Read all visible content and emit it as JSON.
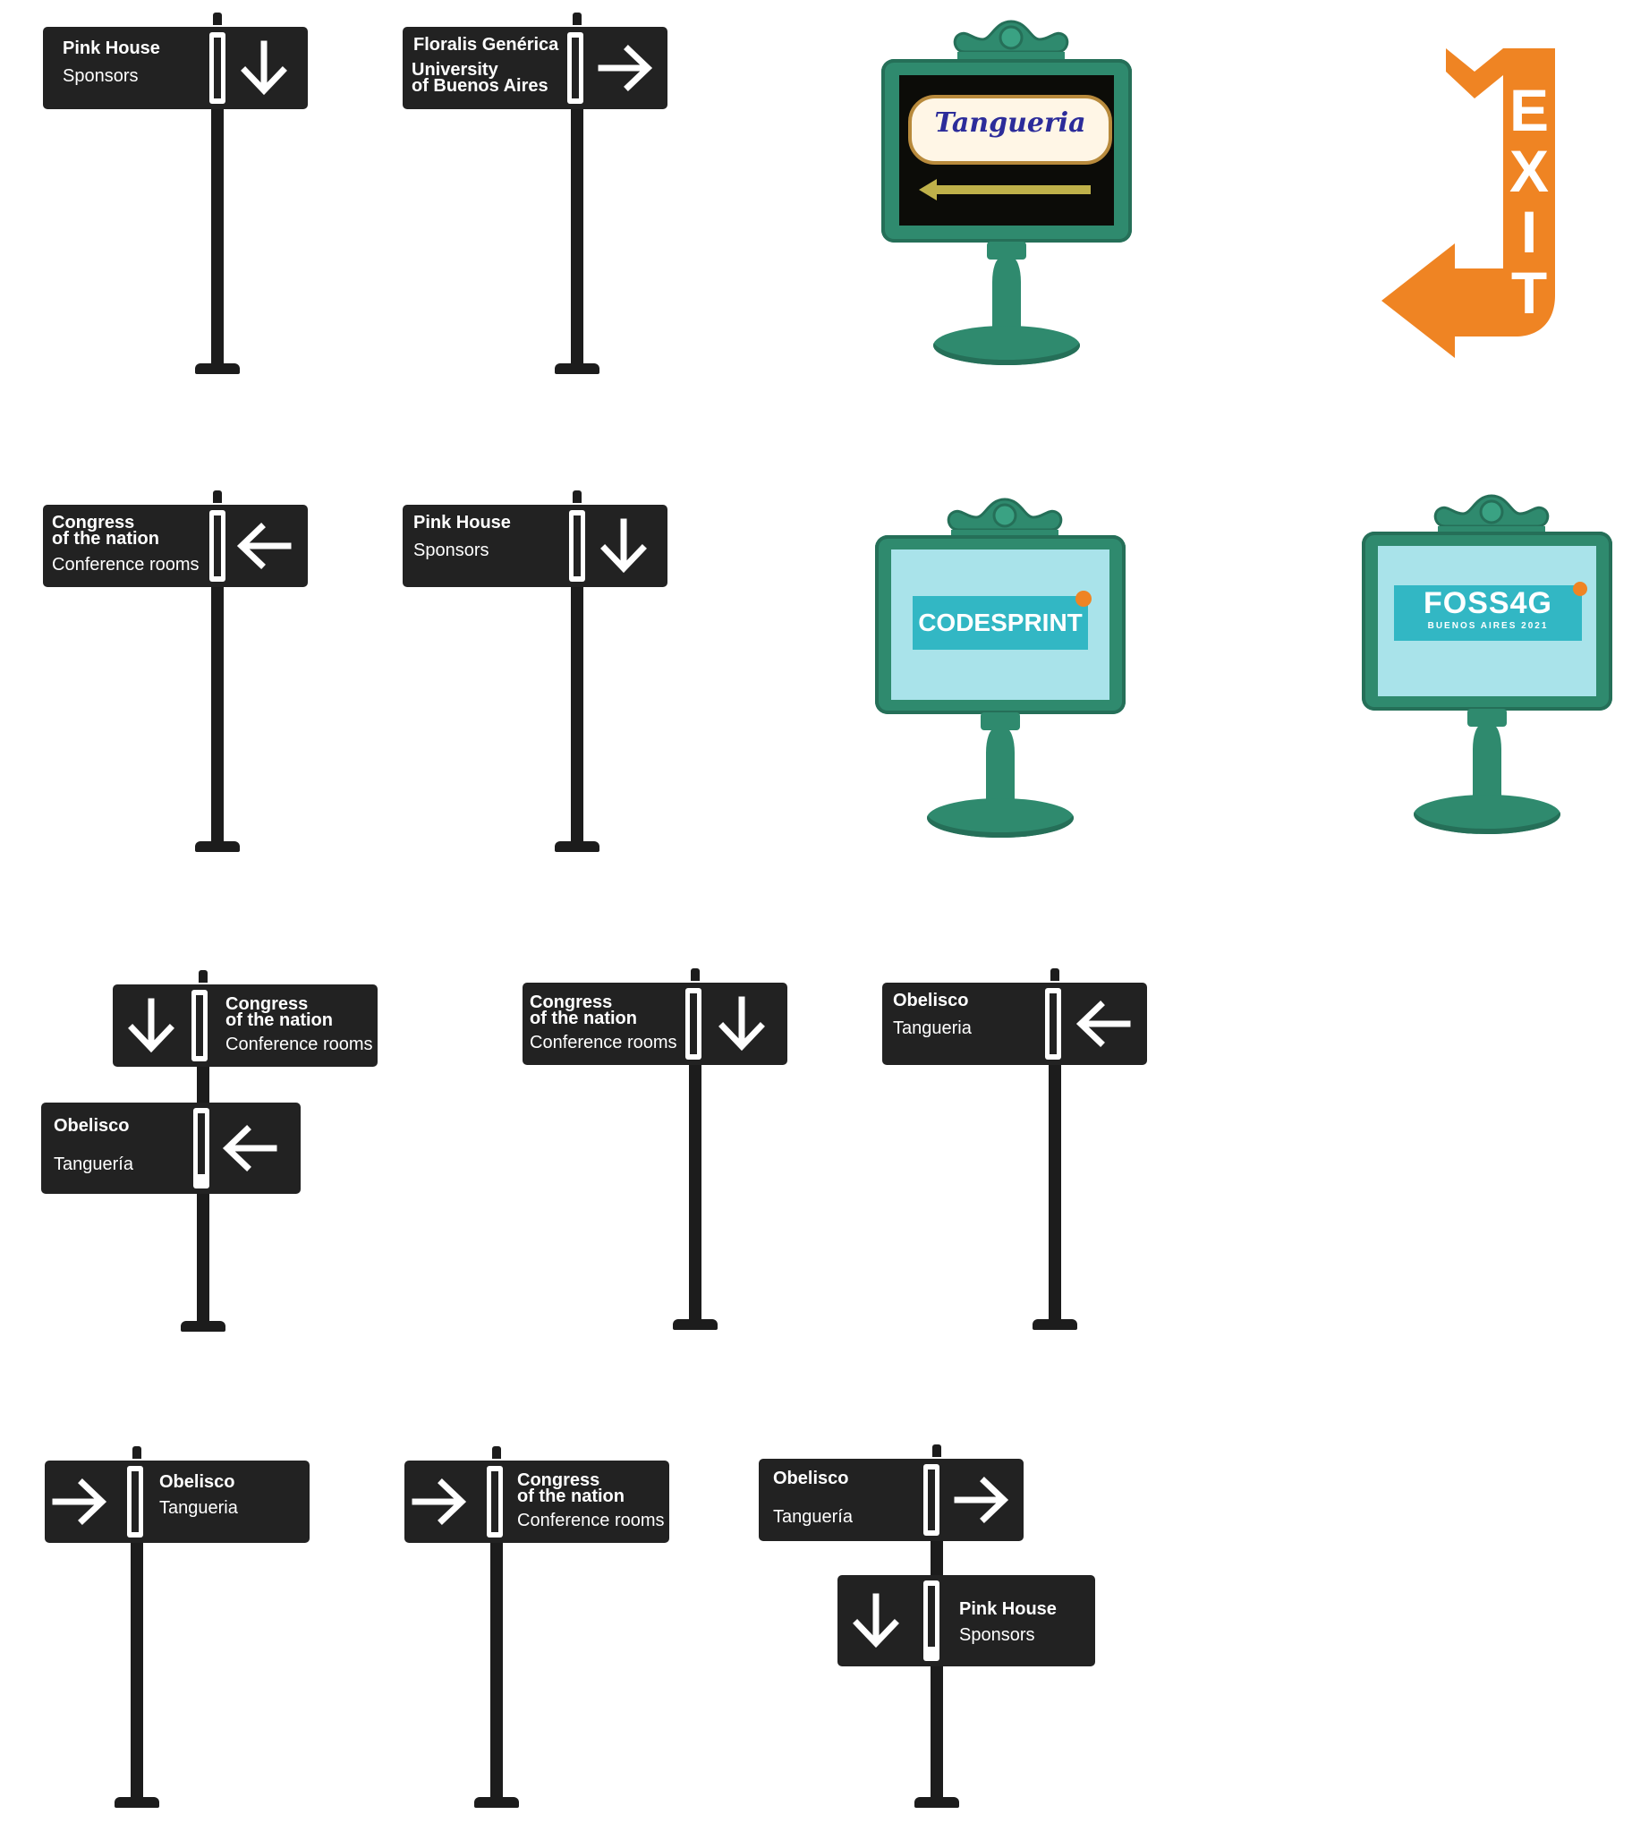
{
  "signs": [
    {
      "line1": "Pink House",
      "line2": "",
      "line3": "Sponsors",
      "arrow": "down"
    },
    {
      "line1": "Floralis Genérica",
      "line2": "University",
      "line3": "of Buenos Aires",
      "arrow": "right"
    },
    {
      "line1": "Congress",
      "line2": "of the nation",
      "line3": "Conference rooms",
      "arrow": "left"
    },
    {
      "line1": "Pink House",
      "line2": "",
      "line3": "Sponsors",
      "arrow": "down"
    },
    {
      "line1": "Congress",
      "line2": "of the nation",
      "line3": "Conference rooms",
      "arrow": "down"
    },
    {
      "line1": "Obelisco",
      "line2": "",
      "line3": "Tanguería",
      "arrow": "left"
    },
    {
      "line1": "Congress",
      "line2": "of the nation",
      "line3": "Conference rooms",
      "arrow": "down"
    },
    {
      "line1": "Obelisco",
      "line2": "",
      "line3": "Tangueria",
      "arrow": "left"
    },
    {
      "line1": "Obelisco",
      "line2": "",
      "line3": "Tangueria",
      "arrow": "right"
    },
    {
      "line1": "Congress",
      "line2": "of the nation",
      "line3": "Conference rooms",
      "arrow": "right"
    },
    {
      "line1": "Obelisco",
      "line2": "",
      "line3": "Tanguería",
      "arrow": "right"
    },
    {
      "line1": "Pink House",
      "line2": "",
      "line3": "Sponsors",
      "arrow": "down"
    }
  ],
  "monitors": {
    "tangueria": {
      "label": "Tangueria"
    },
    "codesprint": {
      "label": "CODESPRINT"
    },
    "foss4g": {
      "label": "FOSS4G",
      "sublabel": "BUENOS AIRES 2021"
    }
  },
  "exit_sign": {
    "letters": [
      "E",
      "X",
      "I",
      "T"
    ],
    "color": "#ef8423"
  },
  "colors": {
    "sign_board": "#222222",
    "monitor_green": "#2f8a6e",
    "screen_cyan": "#a9e3ea",
    "banner_cyan": "#32b7c4",
    "accent_orange": "#ef8423"
  }
}
